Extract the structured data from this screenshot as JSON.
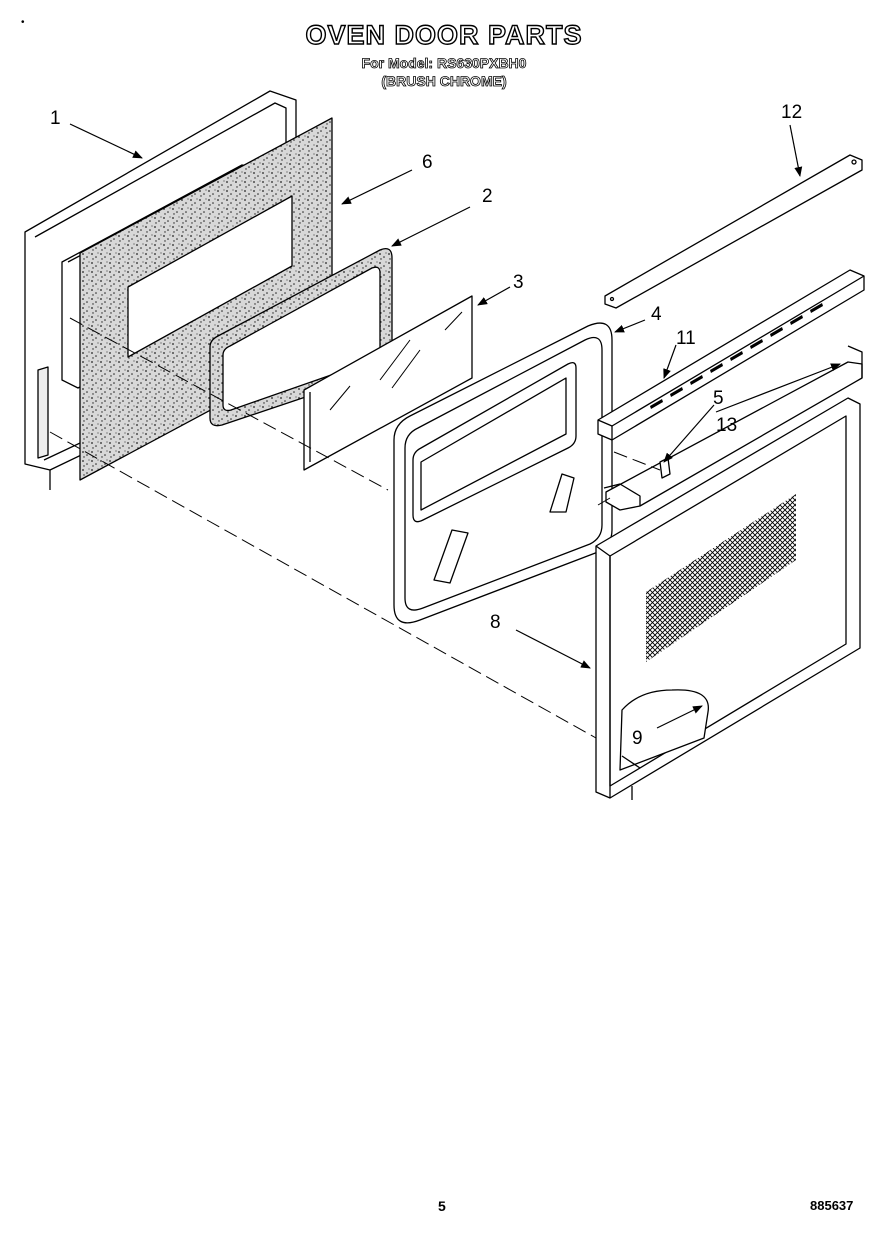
{
  "header": {
    "title": "OVEN DOOR PARTS",
    "model_line": "For Model: RS630PXBH0",
    "finish_line": "(BRUSH CHROME)"
  },
  "corner_mark": "•",
  "callouts": [
    "1",
    "6",
    "2",
    "3",
    "4",
    "11",
    "12",
    "5",
    "13",
    "8",
    "9"
  ],
  "footer": {
    "page_number": "5",
    "document_code": "885637"
  }
}
